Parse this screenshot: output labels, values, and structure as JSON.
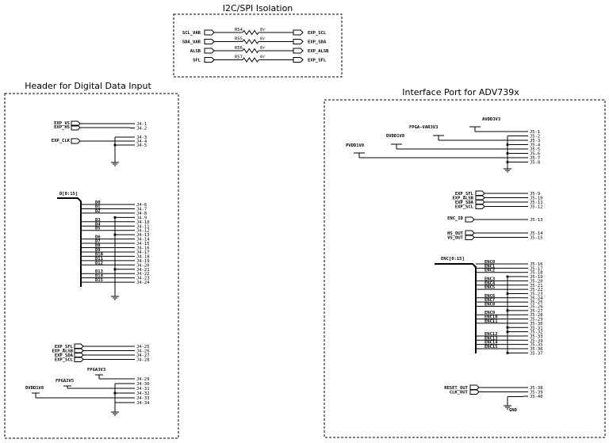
{
  "titles": {
    "i2c": "I2C/SPI Isolation",
    "header": "Header for Digital Data Input",
    "iface": "Interface Port for ADV739x"
  },
  "i2c": {
    "rows": [
      {
        "left": "SCL_VAR",
        "ref": "R54",
        "val": "0r",
        "right": "EXP_SCL"
      },
      {
        "left": "SDA_VAR",
        "ref": "R55",
        "val": "0r",
        "right": "EXP_SDA"
      },
      {
        "left": "ALSB",
        "ref": "R56",
        "val": "0r",
        "right": "EXP_ALSB"
      },
      {
        "left": "SFL",
        "ref": "R57",
        "val": "0r",
        "right": "EXP_SFL"
      }
    ]
  },
  "header": {
    "top": [
      "EXP_VS",
      "EXP_HS",
      "EXP_CLK"
    ],
    "top_pins": [
      "J4-1",
      "J4-2",
      "J4-3",
      "J4-4",
      "J4-5"
    ],
    "bus": "D[0:15]",
    "data_nets": [
      "D0",
      "D1",
      "D2",
      "D3",
      "D4",
      "D5",
      "D6",
      "D7",
      "D8",
      "D9",
      "D10",
      "D11",
      "D12",
      "D13",
      "D14",
      "D15"
    ],
    "data_pins": [
      "J4-6",
      "J4-7",
      "J4-8",
      "J4-9",
      "J4-10",
      "J4-11",
      "J4-12",
      "J4-13",
      "J4-14",
      "J4-15",
      "J4-16",
      "J4-17",
      "J4-18",
      "J4-19",
      "J4-20",
      "J4-21",
      "J4-22",
      "J4-23",
      "J4-24"
    ],
    "ctl_nets": [
      "EXP_SFL",
      "EXP_ALSB",
      "EXP_SDA",
      "EXP_SCL"
    ],
    "ctl_pins": [
      "J4-25",
      "J4-26",
      "J4-27",
      "J4-28"
    ],
    "pwr_nets": [
      "FPGA3V3",
      "FPGA2V5",
      "DVDD1V8"
    ],
    "pwr_pins": [
      "J4-29",
      "J4-30",
      "J4-31",
      "J4-32",
      "J4-33",
      "J4-34"
    ]
  },
  "iface": {
    "pwr_nets": [
      "AVDD3V3",
      "FPGA-VAR3V3",
      "DVDD1V8",
      "PVDD1V8"
    ],
    "pwr_pins": [
      "J5-1",
      "J5-2",
      "J5-3",
      "J5-4",
      "J5-5",
      "J5-6",
      "J5-7",
      "J5-8"
    ],
    "ctl_nets": [
      "EXP_SFL",
      "EXP_ALSB",
      "EXP_SDA",
      "EXP_SCL"
    ],
    "ctl_pins": [
      "J5-9",
      "J5-10",
      "J5-11",
      "J5-12"
    ],
    "id_net": "ENC_ID",
    "id_pin": "J5-13",
    "sync_nets": [
      "HS_OUT",
      "VS_OUT"
    ],
    "sync_pins": [
      "J5-14",
      "J5-15"
    ],
    "bus": "ENC[0:15]",
    "enc_nets": [
      "ENC0",
      "ENC1",
      "ENC2",
      "ENC3",
      "ENC4",
      "ENC5",
      "ENC6",
      "ENC7",
      "ENC8",
      "ENC9",
      "ENC10",
      "ENC11",
      "ENC12",
      "ENC13",
      "ENC14",
      "ENC15"
    ],
    "enc_pins": [
      "J5-16",
      "J5-17",
      "J5-18",
      "J5-19",
      "J5-20",
      "J5-21",
      "J5-22",
      "J5-23",
      "J5-24",
      "J5-25",
      "J5-26",
      "J5-27",
      "J5-28",
      "J5-29",
      "J5-30",
      "J5-31",
      "J5-32",
      "J5-33",
      "J5-34",
      "J5-35",
      "J5-36",
      "J5-37"
    ],
    "out_nets": [
      "RESET_OUT",
      "CLK_OUT"
    ],
    "out_pins": [
      "J5-38",
      "J5-39",
      "J5-40"
    ],
    "gnd": "GND"
  }
}
